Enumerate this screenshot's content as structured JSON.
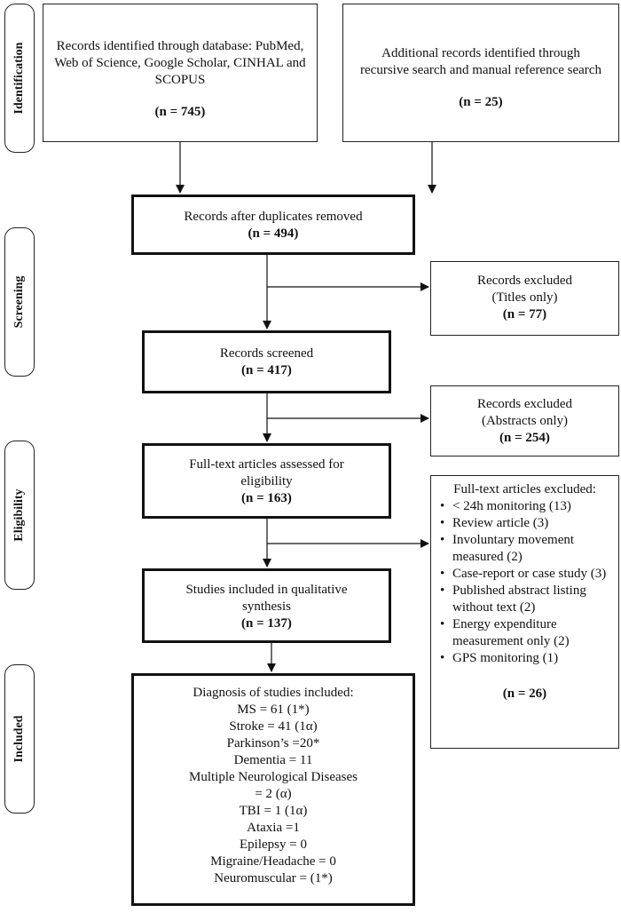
{
  "phases": {
    "identification": "Identification",
    "screening": "Screening",
    "eligibility": "Eligibility",
    "included": "Included"
  },
  "identified_db": {
    "text": "Records identified through database: PubMed, Web of Science, Google Scholar, CINHAL and SCOPUS",
    "n": "(n = 745)"
  },
  "identified_other": {
    "text": "Additional records identified through recursive search and manual reference search",
    "n": "(n = 25)"
  },
  "after_duplicates": {
    "text": "Records after duplicates removed",
    "n": "(n = 494)"
  },
  "excluded_titles": {
    "line1": "Records excluded",
    "line2": "(Titles only)",
    "n": "(n = 77)"
  },
  "screened": {
    "text": "Records screened",
    "n": "(n = 417)"
  },
  "excluded_abstracts": {
    "line1": "Records excluded",
    "line2": "(Abstracts only)",
    "n": "(n = 254)"
  },
  "fulltext_assessed": {
    "text": "Full-text articles assessed for eligibility",
    "n": "(n = 163)"
  },
  "fulltext_excluded": {
    "title": "Full-text articles excluded:",
    "reasons": [
      "< 24h monitoring (13)",
      "Review article (3)",
      "Involuntary movement measured (2)",
      "Case-report or case study (3)",
      "Published abstract listing without text (2)",
      "Energy expenditure measurement only (2)",
      "GPS monitoring (1)"
    ],
    "n": "(n = 26)"
  },
  "included_studies": {
    "text": "Studies included in qualitative synthesis",
    "n": "(n = 137)"
  },
  "diagnosis": {
    "title": "Diagnosis of studies included:",
    "lines": [
      "MS = 61 (1*)",
      "Stroke = 41 (1α)",
      "Parkinson’s =20*",
      "Dementia = 11",
      "Multiple Neurological Diseases",
      "= 2 (α)",
      "TBI = 1 (1α)",
      "Ataxia =1",
      "Epilepsy = 0",
      "Migraine/Headache = 0",
      "Neuromuscular = (1*)"
    ]
  }
}
